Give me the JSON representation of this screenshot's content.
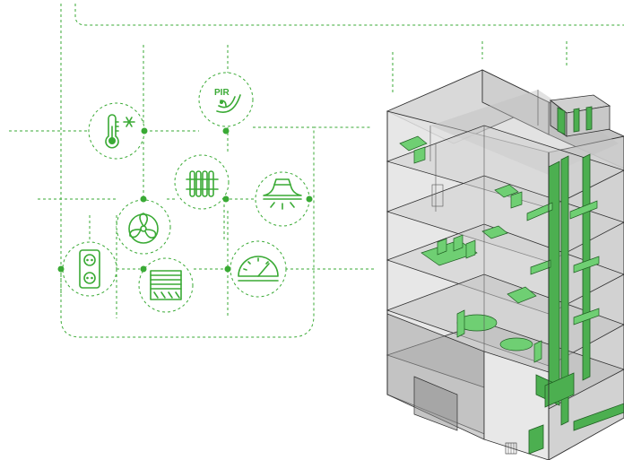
{
  "diagram": {
    "accent_color": "#3aaa35",
    "building_colors": {
      "outline": "#2f2f2f",
      "glass": "#d6d6d6",
      "side": "#bdbdbd",
      "floor": "#c9c9c9",
      "duct": "#4caf50"
    },
    "devices": [
      {
        "id": "thermostat",
        "icon": "thermometer-snowflake-icon"
      },
      {
        "id": "pir",
        "icon": "pir-motion-sensor-icon",
        "label": "PIR"
      },
      {
        "id": "radiator",
        "icon": "radiator-icon"
      },
      {
        "id": "lamp",
        "icon": "ceiling-lamp-icon"
      },
      {
        "id": "fan",
        "icon": "fan-icon"
      },
      {
        "id": "socket",
        "icon": "power-socket-icon"
      },
      {
        "id": "blinds",
        "icon": "window-blinds-icon"
      },
      {
        "id": "meter",
        "icon": "energy-meter-gauge-icon"
      }
    ]
  }
}
